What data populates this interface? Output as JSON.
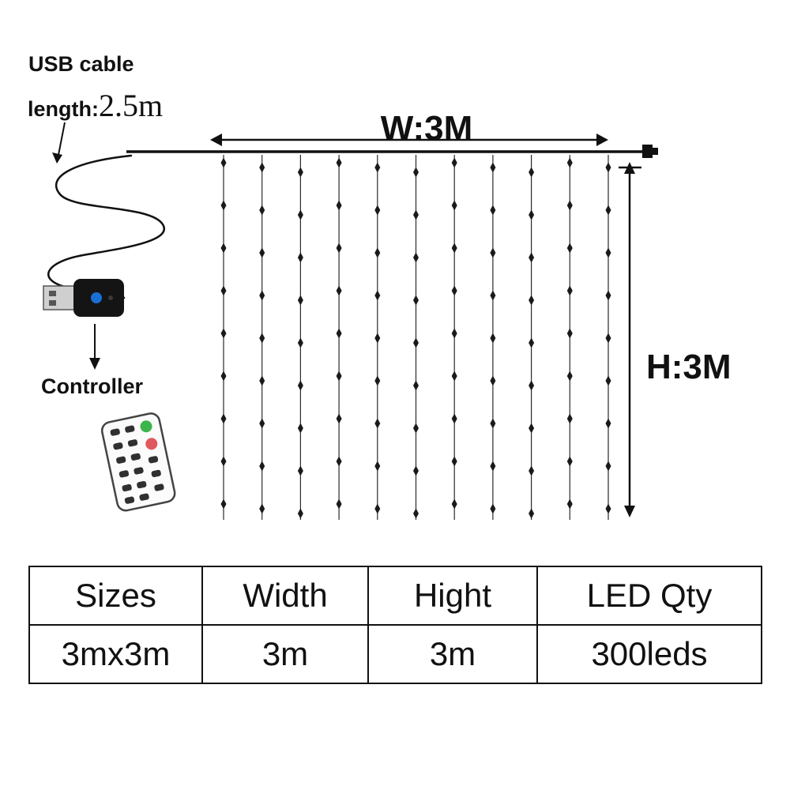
{
  "labels": {
    "usb_cable": "USB cable",
    "length_label": "length:",
    "length_value": "2.5m",
    "controller": "Controller",
    "width_dimension": "W:3M",
    "height_dimension": "H:3M"
  },
  "table": {
    "headers": [
      "Sizes",
      "Width",
      "Hight",
      "LED Qty"
    ],
    "rows": [
      [
        "3mx3m",
        "3m",
        "3m",
        "300leds"
      ]
    ]
  },
  "colors": {
    "line": "#111111",
    "remote_green_button": "#3cb54a",
    "remote_red_button": "#e0595e",
    "usb_indicator_blue": "#1a6fd4"
  }
}
